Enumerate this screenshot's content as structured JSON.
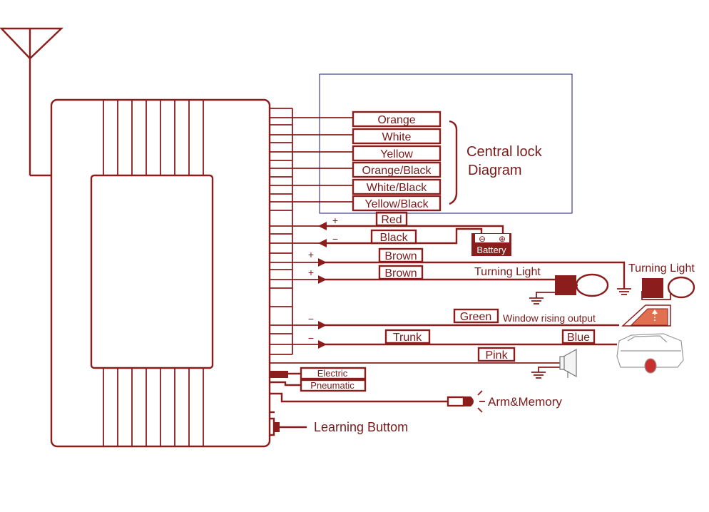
{
  "colors": {
    "wire": "#8b1d1d",
    "fill": "#8b1d1d",
    "highlight_box": "#1a1a7a",
    "window_fill": "#e07050"
  },
  "central_lock": {
    "title_line1": "Central lock",
    "title_line2": "Diagram",
    "wires": [
      "Orange",
      "White",
      "Yellow",
      "Orange/Black",
      "White/Black",
      "Yellow/Black"
    ]
  },
  "battery": {
    "label": "Battery",
    "plus": "+",
    "minus": "−",
    "term_minus": "⊖",
    "term_plus": "⊕",
    "red": "Red",
    "black": "Black"
  },
  "turning": {
    "plus": "+",
    "brown1": "Brown",
    "brown2": "Brown",
    "label1": "Turning Light",
    "label2": "Turning Light"
  },
  "outputs": {
    "minus": "−",
    "green": "Green",
    "window_label": "Window rising output",
    "trunk": "Trunk",
    "blue": "Blue",
    "pink": "Pink"
  },
  "lock_type": {
    "electric": "Electric",
    "pneumatic": "Pneumatic"
  },
  "arm": {
    "label": "Arm&Memory"
  },
  "learning": {
    "label": "Learning Buttom"
  },
  "icons": [
    "antenna-icon",
    "battery-icon",
    "turning-light-icon",
    "ground-icon",
    "window-icon",
    "car-icon",
    "siren-icon",
    "led-icon"
  ]
}
